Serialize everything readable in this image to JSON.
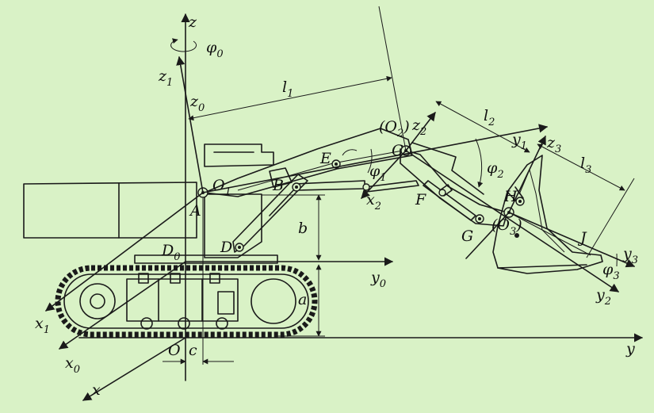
{
  "labels": {
    "z": "z",
    "phi0": "φ",
    "phi0_sub": "0",
    "z1": "z",
    "z1_sub": "1",
    "z0": "z",
    "z0_sub": "0",
    "l1": "l",
    "l1_sub": "1",
    "z2": "z",
    "z2_sub": "2",
    "O2_open": "(O",
    "O2_sub": "2",
    "O2_close": ")",
    "C": "C",
    "l2": "l",
    "l2_sub": "2",
    "y1": "y",
    "y1_sub": "1",
    "z3": "z",
    "z3_sub": "3",
    "E": "E",
    "phi1": "φ",
    "phi1_sub": "1",
    "phi2": "φ",
    "phi2_sub": "2",
    "l3": "l",
    "l3_sub": "3",
    "O1": "O",
    "O1_sub": "1",
    "B": "B",
    "x2": "x",
    "x2_sub": "2",
    "F": "F",
    "H": "H",
    "A": "A",
    "b": "b",
    "G": "G",
    "O3_open": "(O",
    "O3_sub": "3",
    "O3_close": ")",
    "J": "J",
    "D0": "D",
    "D0_sub": "0",
    "D": "D",
    "y0": "y",
    "y0_sub": "0",
    "y3": "y",
    "y3_sub": "3",
    "phi3": "φ",
    "phi3_sub": "3",
    "y2": "y",
    "y2_sub": "2",
    "a": "a",
    "x1": "x",
    "x1_sub": "1",
    "x0": "x",
    "x0_sub": "0",
    "O": "O",
    "c": "c",
    "y": "y",
    "x": "x"
  }
}
